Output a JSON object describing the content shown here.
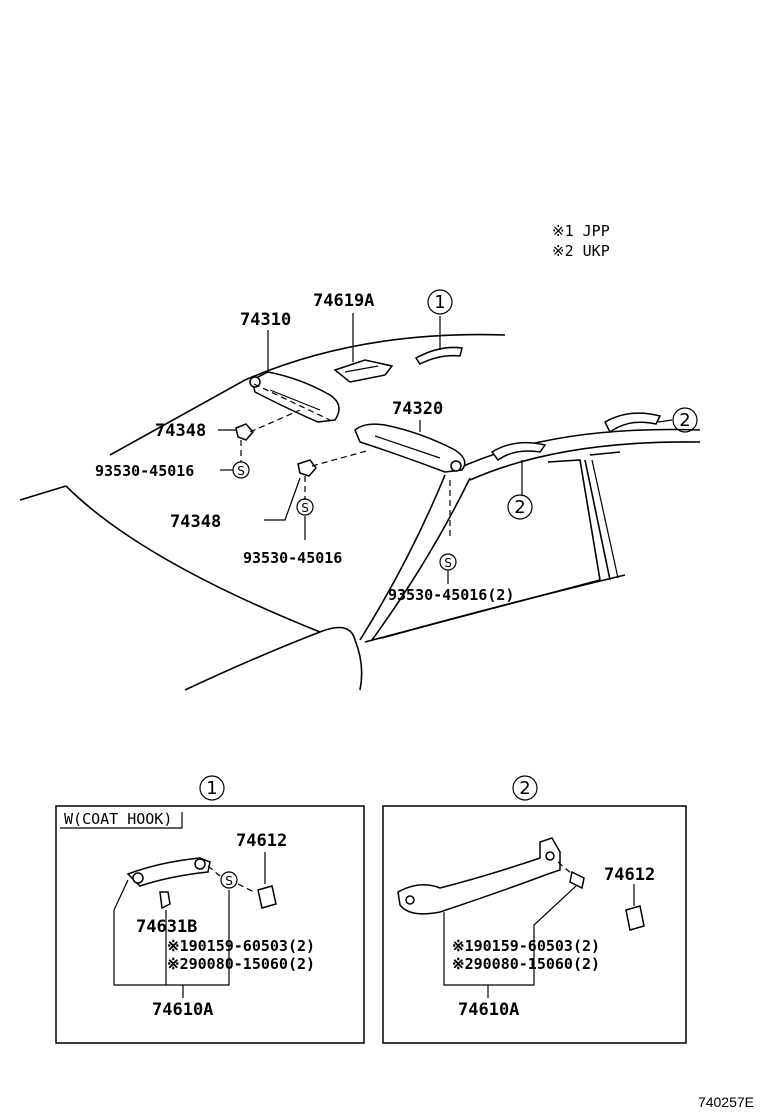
{
  "legend": {
    "line1": "※1 JPP",
    "line2": "※2 UKP"
  },
  "labels": {
    "p74310": "74310",
    "p74619A": "74619A",
    "p74320": "74320",
    "p74348_upper": "74348",
    "p74348_lower": "74348",
    "p93530_left": "93530-45016",
    "p93530_center": "93530-45016",
    "p93530_right": "93530-45016(2)",
    "s_mark": "S"
  },
  "callouts": {
    "one": "1",
    "two": "2"
  },
  "detail1": {
    "ref": "1",
    "subtitle": "W(COAT HOOK)",
    "p74612": "74612",
    "p74631B": "74631B",
    "screw1": "※190159-60503(2)",
    "screw2": "※290080-15060(2)",
    "p74610A": "74610A"
  },
  "detail2": {
    "ref": "2",
    "p74612": "74612",
    "screw1": "※190159-60503(2)",
    "screw2": "※290080-15060(2)",
    "p74610A": "74610A"
  },
  "drawing_code": "740257E"
}
